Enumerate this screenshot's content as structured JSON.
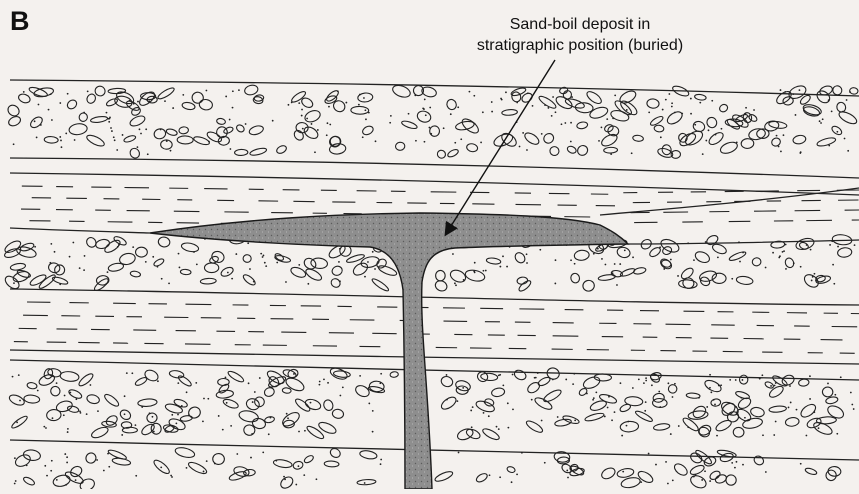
{
  "figure": {
    "panel_label": "B",
    "annotation": {
      "line1": "Sand-boil deposit in",
      "line2": "stratigraphic position (buried)"
    }
  },
  "colors": {
    "background": "#f4f1ee",
    "ink": "#222222",
    "sand_fill": "#8e8e8e"
  }
}
